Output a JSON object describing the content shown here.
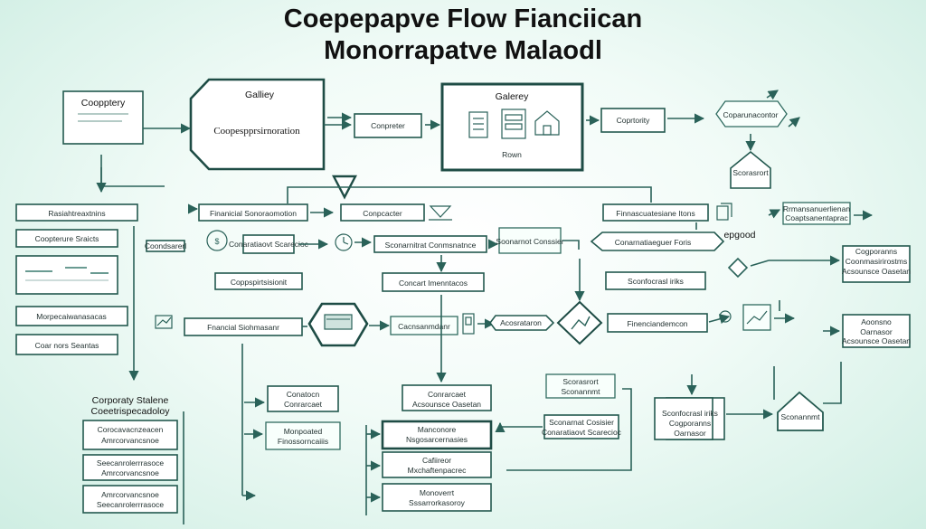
{
  "title": {
    "line1": "Coepepapve Flow Fianciican",
    "line2": "Monorrapatve Malaodl"
  },
  "nodes": {
    "coppery": "Coopptery",
    "galliey": "Galliey",
    "coopesp": "Coopespprsirnoration",
    "compreter": "Conpreter",
    "gallery": "Galerey",
    "rown": "Rown",
    "coprtority": "Coprtority",
    "top_right": "Coparunacontor",
    "left1": "Rasiahtreaxtnins",
    "left2": "Coopterure Sraicts",
    "left3": "Morpecaiwanasacas",
    "left4": "Coar nors Seantas",
    "fin_mid": "Finanicial Sonoraomotion",
    "copspirt": "Coppspirtsisionit",
    "conpcacter": "Conpcacter",
    "financial_ctr": "Fnancial Siohmasanr",
    "contrants": "Coondsarerl",
    "concaiot": "Conaratiaovt Scarecioc",
    "sconartinat": "Sconarnitrat Conmsnatnce",
    "cocarnat": "Concart Imenntacos",
    "sconartinat_box": "Soonarnot Conssier",
    "pinaecanion": "Finnascuatesiane Itons",
    "conamater_bar": "Conarnatiaeguer Foris",
    "gooboid": "epgood",
    "rt_box1": "Rrmansanuerlienan",
    "rt_box2": "Coaptsanentaprac",
    "sconfscast": "Sconfocrasl iriks",
    "fin_right": "Finenciandemcon",
    "rr_box1": "Cogporanns",
    "rr_box2": "Coonmasirirostms",
    "fr_right": "Cacnsanmdanr",
    "rb_small": "Aoonsno",
    "corposaty_h": "Corporaty Stalene",
    "corposaty_s": "Coeetrispecadoloy",
    "lb1": "Corocavacnzeacen",
    "lb2": "Seecanrolerrrasoce",
    "lb3": "Amrcorvancsnoe",
    "cnter_1": "Conatocn",
    "cnter_2": "Conrarcaet",
    "monpoated": "Monpoated",
    "monpoated_s": "Finossorncaiiis",
    "mcoonmenm": "Manconore",
    "mconsm_s": "Nsgosarcernasies",
    "cafiiltener": "Cafiireor",
    "cafiiltener_s": "Mxchaftenpacrec",
    "monevrert": "Monoverrt",
    "monevrert_s": "Sssarrorkasoroy",
    "acoatec": "Acosrataron",
    "accounts": "Acsounsce Oasetan",
    "soressor_box": "Sconarnat Cosisier",
    "scoartasr": "Scorasrort",
    "oradaer": "Oarnasor",
    "house_box": "Sconannmt"
  }
}
